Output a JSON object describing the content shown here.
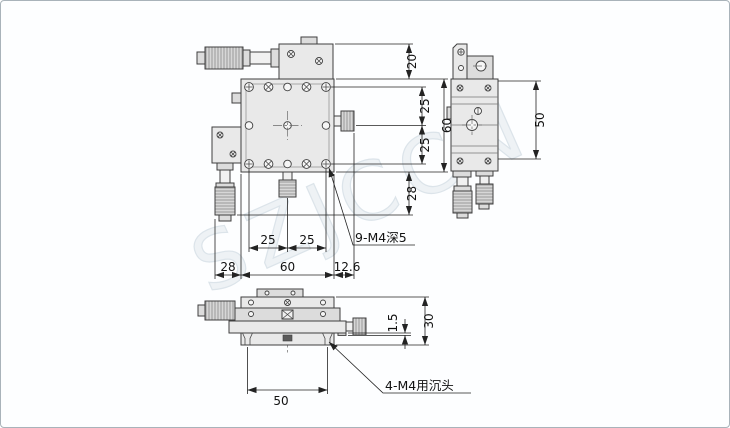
{
  "watermark": "SZJCCN",
  "dims": {
    "top": {
      "mic_height": "20",
      "hole_offset_upper": "25",
      "body_height": "60",
      "hole_offset_lower": "25",
      "mic_drop": "28",
      "hole_pitch_left": "25",
      "hole_pitch_right": "25",
      "mic_offset_left": "28",
      "body_width": "60",
      "knob_overhang": "12.6"
    },
    "side": {
      "body_depth": "50"
    },
    "front": {
      "overall_height": "30",
      "base_lip": "1.5",
      "mount_hole_spacing": "50"
    }
  },
  "notes": {
    "thread_holes": "9-M4深5",
    "mount_holes": "4-M4用沉头"
  }
}
